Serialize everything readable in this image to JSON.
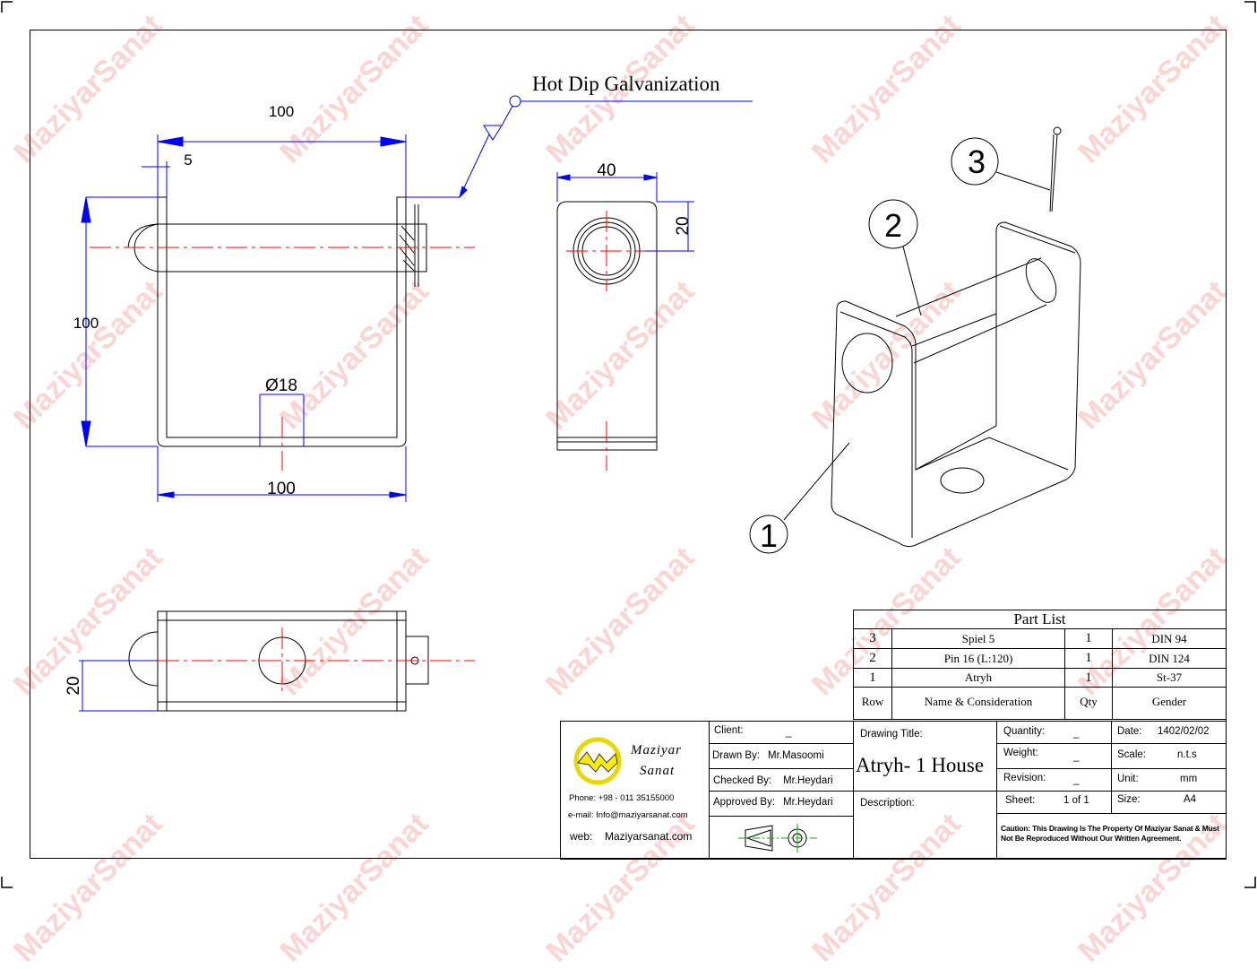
{
  "watermark": "MaziyarSanat",
  "note": "Hot Dip Galvanization",
  "dimensions": {
    "front_width_top": "100",
    "plate_thickness": "5",
    "front_height": "100",
    "hole_dia": "Ø18",
    "front_width_bottom": "100",
    "side_width": "40",
    "side_hole_offset": "20",
    "bottom_height": "20"
  },
  "balloons": [
    "1",
    "2",
    "3"
  ],
  "part_list": {
    "title": "Part List",
    "rows": [
      {
        "row": "3",
        "name": "Spiel 5",
        "qty": "1",
        "gender": "DIN 94"
      },
      {
        "row": "2",
        "name": "Pin 16 (L:120)",
        "qty": "1",
        "gender": "DIN 124"
      },
      {
        "row": "1",
        "name": "Atryh",
        "qty": "1",
        "gender": "St-37"
      }
    ],
    "headers": {
      "row": "Row",
      "name": "Name & Consideration",
      "qty": "Qty",
      "gender": "Gender"
    }
  },
  "title_block": {
    "company_line1": "Maziyar",
    "company_line2": "Sanat",
    "phone": "Phone: +98 - 011 35155000",
    "email": "e-mail:  Info@maziyarsanat.com",
    "web_label": "web:",
    "web": "Maziyarsanat.com",
    "client_label": "Client:",
    "client": "_",
    "drawn_label": "Drawn By:",
    "drawn": "Mr.Masoomi",
    "checked_label": "Checked By:",
    "checked": "Mr.Heydari",
    "approved_label": "Approved By:",
    "approved": "Mr.Heydari",
    "drawing_title_label": "Drawing Title:",
    "drawing_title": "Atryh- 1 House",
    "description_label": "Description:",
    "quantity_label": "Quantity:",
    "quantity": "_",
    "weight_label": "Weight:",
    "weight": "_",
    "revision_label": "Revision:",
    "revision": "_",
    "sheet_label": "Sheet:",
    "sheet": "1 of 1",
    "date_label": "Date:",
    "date": "1402/02/02",
    "scale_label": "Scale:",
    "scale": "n.t.s",
    "unit_label": "Unit:",
    "unit": "mm",
    "size_label": "Size:",
    "size": "A4",
    "caution": "Caution: This Drawing Is The Property Of Maziyar Sanat & Must Not Be Reproduced Without Our Written Agreement."
  },
  "colors": {
    "dimension": "#0000ff",
    "centerline": "#ff0000",
    "logo": "#ffee00",
    "watermark": "#eb3c3c"
  }
}
